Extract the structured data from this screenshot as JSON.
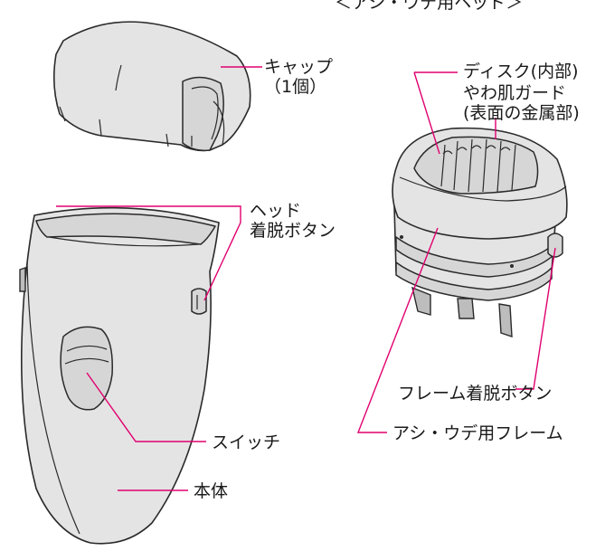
{
  "header": {
    "text": "＜アシ・ウデ用ヘッド＞"
  },
  "labels": {
    "cap_line1": "キャップ",
    "cap_line2": "（1個）",
    "head_release_line1": "ヘッド",
    "head_release_line2": "着脱ボタン",
    "switch": "スイッチ",
    "body": "本体",
    "disc": "ディスク(内部)",
    "skin_guard_line1": "やわ肌ガード",
    "skin_guard_line2": "(表面の金属部)",
    "frame_release": "フレーム着脱ボタン",
    "leg_arm_frame": "アシ・ウデ用フレーム"
  },
  "colors": {
    "leader": "#e0006f",
    "part_fill": "#e4e4e4",
    "outline": "#2a2a2a"
  }
}
